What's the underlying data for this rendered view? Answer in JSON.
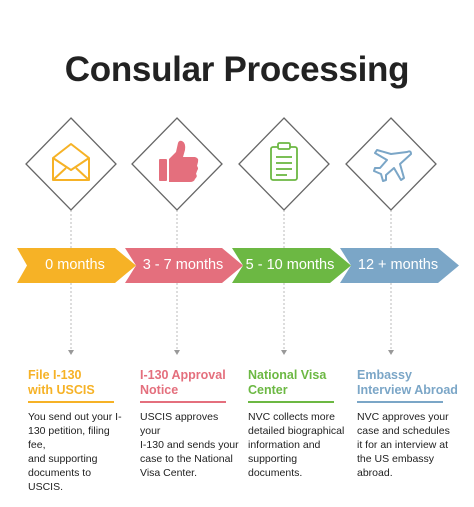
{
  "title": "Consular Processing",
  "colors": {
    "orange": "#F6B226",
    "pink": "#E46F7D",
    "green": "#6CB843",
    "blue": "#7BA6C7",
    "diamond_stroke": "#666666",
    "dash": "#bbbbbb"
  },
  "steps": [
    {
      "icon": "envelope-icon",
      "duration": "0 months",
      "title_line1": "File I-130",
      "title_line2": "with USCIS",
      "desc": [
        "You send out your I-",
        "130 petition, filing fee,",
        "and supporting",
        "documents to USCIS."
      ]
    },
    {
      "icon": "thumbs-up-icon",
      "duration": "3 - 7 months",
      "title_line1": "I-130 Approval",
      "title_line2": "Notice",
      "desc": [
        "USCIS approves your",
        "I-130 and sends your",
        "case to the National",
        "Visa Center."
      ]
    },
    {
      "icon": "clipboard-icon",
      "duration": "5 - 10 months",
      "title_line1": "National Visa",
      "title_line2": "Center",
      "desc": [
        "NVC collects more",
        "detailed biographical",
        "information and",
        "supporting",
        "documents."
      ]
    },
    {
      "icon": "airplane-icon",
      "duration": "12 + months",
      "title_line1": "Embassy",
      "title_line2": "Interview Abroad",
      "desc": [
        "NVC approves your",
        "case and schedules",
        "it for an interview at",
        "the US embassy",
        "abroad."
      ]
    }
  ]
}
